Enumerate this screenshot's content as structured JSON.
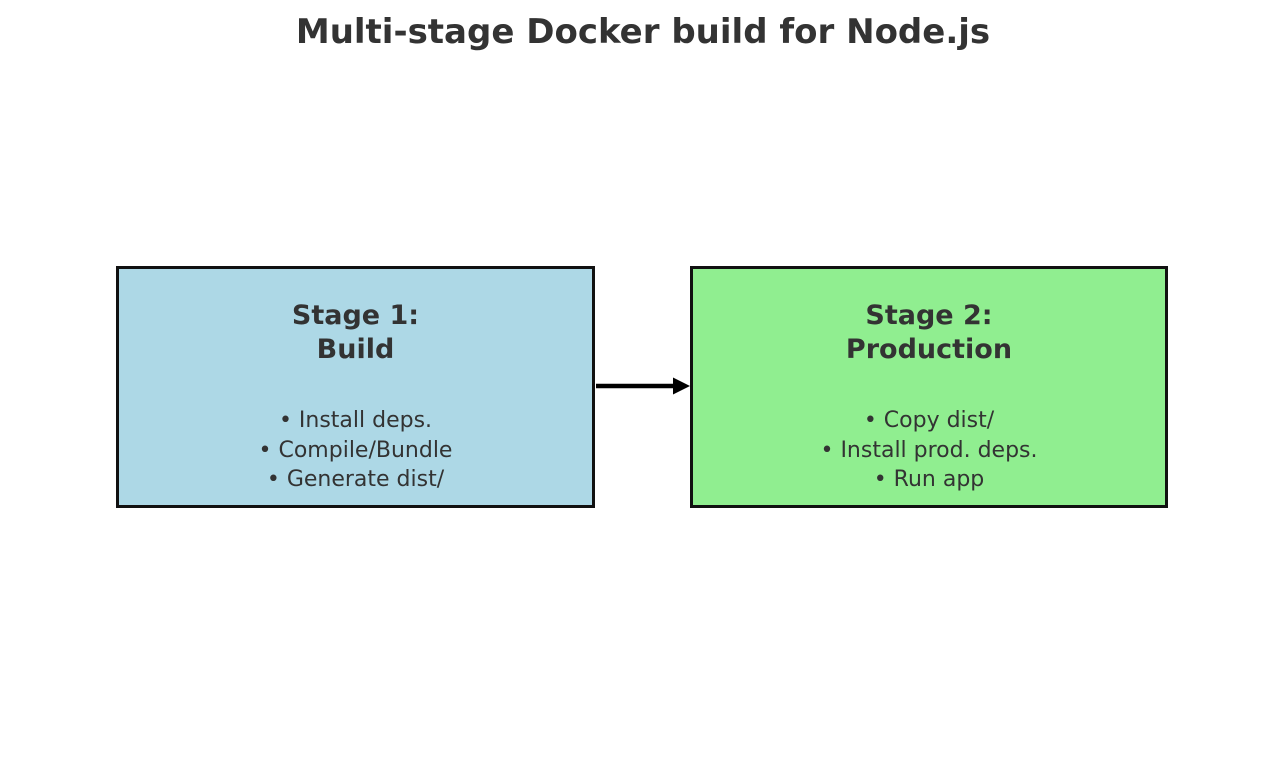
{
  "title": "Multi-stage Docker build for Node.js",
  "colors": {
    "background": "#FFFFFF",
    "stage1_fill": "#ADD8E6",
    "stage2_fill": "#90EE90",
    "box_border": "#111111",
    "text": "#333333",
    "arrow": "#000000"
  },
  "stages": [
    {
      "id": "stage1",
      "title_line1": "Stage 1:",
      "title_line2": "Build",
      "bullets": [
        "• Install deps.",
        "• Compile/Bundle",
        "• Generate dist/"
      ]
    },
    {
      "id": "stage2",
      "title_line1": "Stage 2:",
      "title_line2": "Production",
      "bullets": [
        "• Copy dist/",
        "• Install prod. deps.",
        "• Run app"
      ]
    }
  ],
  "arrow": {
    "from": "stage1",
    "to": "stage2",
    "direction": "right"
  }
}
